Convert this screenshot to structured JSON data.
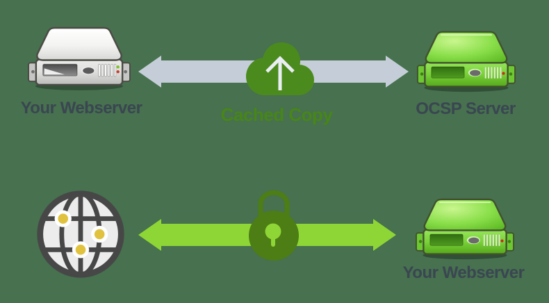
{
  "diagram_title": "OCSP stapling diagram",
  "background_color": "#47714f",
  "top_row": {
    "left_server_label": "Your Webserver",
    "cloud_label": "Cached Copy",
    "right_server_label": "OCSP Server",
    "arrow_color": "#c5ced8",
    "cloud_color": "#4b8b1d",
    "cloud_arrow_color": "#e9eef3",
    "label_color": "#3a4651",
    "cloud_label_color": "#478619"
  },
  "bottom_row": {
    "right_server_label": "Your Webserver",
    "arrow_color": "#8ed636",
    "lock_body_color": "#4d7d15",
    "keyhole_color": "#8ed636",
    "globe_line_color": "#474747",
    "globe_fill_color": "#ececec",
    "globe_marker_color": "#e0c23e",
    "label_color": "#3a4651"
  },
  "icons": {
    "top_left": "gray-server-icon",
    "top_middle": "cloud-upload-icon",
    "top_right": "green-server-icon",
    "bottom_left": "globe-icon",
    "bottom_middle": "padlock-icon",
    "bottom_right": "green-server-icon"
  }
}
